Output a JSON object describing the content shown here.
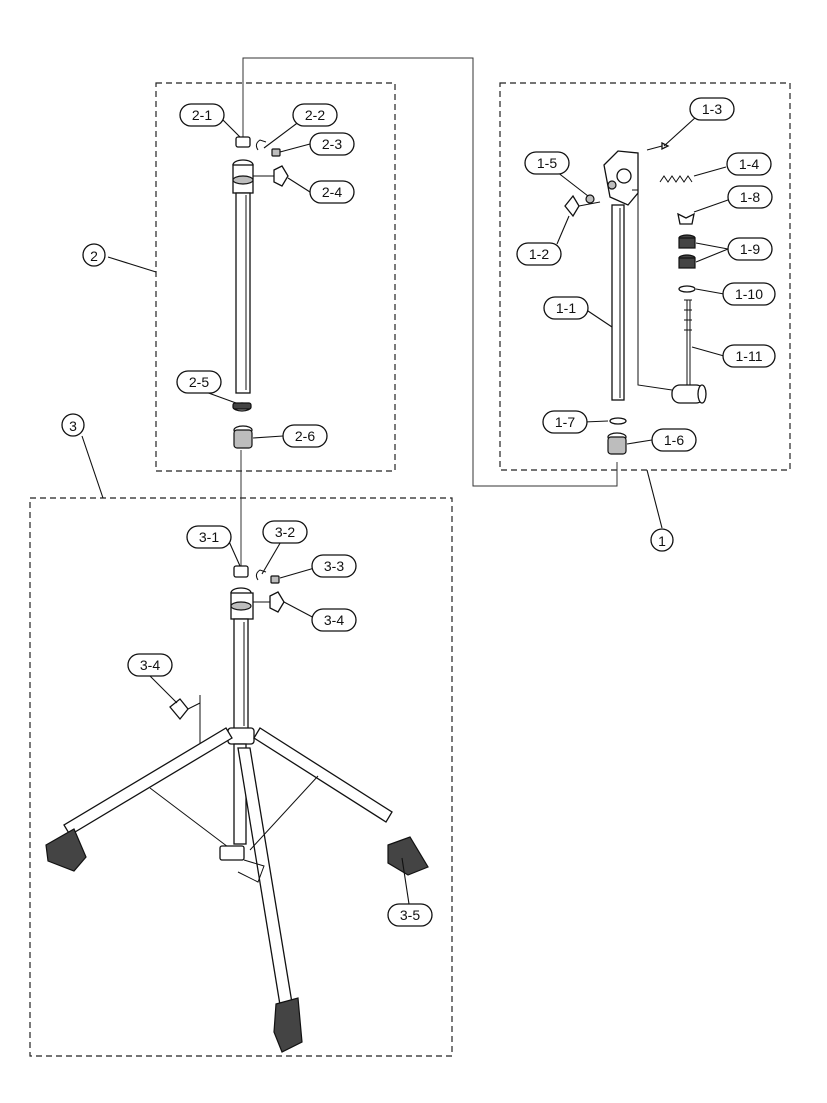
{
  "assemblies": [
    {
      "key": "assembly-1",
      "label": "1"
    },
    {
      "key": "assembly-2",
      "label": "2"
    },
    {
      "key": "assembly-3",
      "label": "3"
    }
  ],
  "parts": {
    "p1_1": "1-1",
    "p1_2": "1-2",
    "p1_3": "1-3",
    "p1_4": "1-4",
    "p1_5": "1-5",
    "p1_6": "1-6",
    "p1_7": "1-7",
    "p1_8": "1-8",
    "p1_9": "1-9",
    "p1_10": "1-10",
    "p1_11": "1-11",
    "p2_1": "2-1",
    "p2_2": "2-2",
    "p2_3": "2-3",
    "p2_4": "2-4",
    "p2_5": "2-5",
    "p2_6": "2-6",
    "p3_1": "3-1",
    "p3_2": "3-2",
    "p3_3": "3-3",
    "p3_4a": "3-4",
    "p3_4b": "3-4",
    "p3_5": "3-5"
  }
}
